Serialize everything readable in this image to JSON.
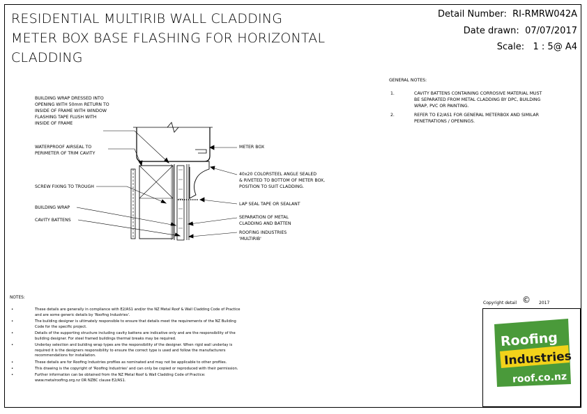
{
  "title": {
    "line1": "RESIDENTIAL MULTIRIB WALL CLADDING",
    "line2": "METER BOX BASE FLASHING FOR HORIZONTAL",
    "line3": "CLADDING"
  },
  "meta": {
    "detail_label": "Detail Number:",
    "detail_value": "RI-RMRW042A",
    "date_label": "Date drawn:",
    "date_value": "07/07/2017",
    "scale_label": "Scale:",
    "scale_value": "1 : 5@ A4"
  },
  "general_notes": {
    "heading": "GENERAL NOTES:",
    "items": [
      {
        "num": "1.",
        "lines": [
          "CAVITY BATTENS CONTAINING CORROSIVE MATERIAL MUST",
          "BE SEPARATED FROM METAL CLADDING BY DPC, BUILDING",
          "WRAP, PVC OR PAINTING."
        ]
      },
      {
        "num": "2.",
        "lines": [
          "REFER TO E2/AS1 FOR GENERAL METERBOX AND SIMILAR",
          "PENETRATIONS / OPENINGS."
        ]
      }
    ]
  },
  "labels": {
    "building_wrap_dressed": [
      "BUILDING WRAP DRESSED INTO",
      "OPENING WITH 50mm RETURN TO",
      "INSIDE OF FRAME WITH WINDOW",
      "FLASHING TAPE FLUSH WITH",
      "INSIDE OF FRAME"
    ],
    "waterproof_airseal": [
      "WATERPROOF AIRSEAL TO",
      "PERIMETER OF TRIM CAVITY"
    ],
    "screw_fixing": [
      "SCREW FIXING TO TROUGH"
    ],
    "building_wrap": [
      "BUILDING WRAP"
    ],
    "cavity_battens": [
      "CAVITY BATTENS"
    ],
    "meter_box": [
      "METER BOX"
    ],
    "angle": [
      "40x20 COLORSTEEL ANGLE SEALED",
      "& RIVETED TO BOTTOM OF METER BOX,",
      "POSITION TO SUIT CLADDING."
    ],
    "lap_seal": [
      "LAP SEAL TAPE OR SEALANT"
    ],
    "separation": [
      "SEPARATION OF METAL",
      "CLADDING AND BATTEN"
    ],
    "roofing_multirib": [
      "ROOFING INDUSTRIES",
      "'MULTIRIB'"
    ]
  },
  "notes": {
    "heading": "NOTES:",
    "items": [
      [
        "These details are generally in compliance with E2/AS1 and/or the NZ Metal Roof & Wall Cladding Code of Practice",
        "and are some generic details by 'Roofing Industries'."
      ],
      [
        "The building designer is ultimately responsible to ensure that details meet the requirements of the NZ Building",
        "Code for the specific project."
      ],
      [
        "Details of the supporting structure including cavity battens are indicative only and are the responsibility of the",
        "building designer. For steel framed buildings thermal breaks may be required."
      ],
      [
        "Underlay selection and building wrap types are the responsibility of the designer. When rigid wall underlay is",
        "required it is the designers responsibility to ensure the correct type is used and follow the manufacturers",
        "recommendations for installation."
      ],
      [
        "These details are for Roofing Industries profiles as nominated and may not be applicable to other profiles."
      ],
      [
        "This drawing is the copyright of 'Roofing Industries' and can only be copied or reproduced with their permission."
      ],
      [
        "Further information can be obtained from the NZ Metal Roof & Wall Cladding Code of Practice:",
        "www.metalroofing.org.nz OR NZBC clause E2/AS1."
      ]
    ]
  },
  "copyright": {
    "text": "Copyright detail",
    "symbol": "©",
    "year": "2017"
  },
  "logo": {
    "word1": "Roofing",
    "word2": "Industries",
    "url": "roof.co.nz",
    "green": "#4a9a3a",
    "yellow": "#f2d21a"
  }
}
